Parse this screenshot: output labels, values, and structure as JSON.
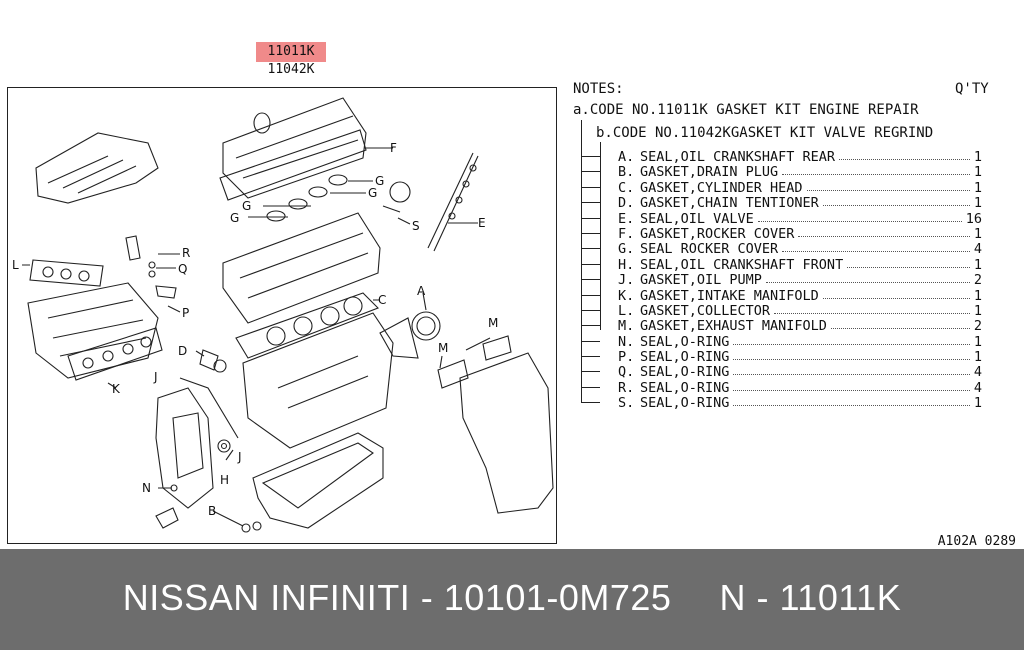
{
  "header": {
    "highlighted_code": "11011K",
    "secondary_code": "11042K"
  },
  "diagram": {
    "callouts": [
      "F",
      "G",
      "G",
      "G",
      "G",
      "E",
      "S",
      "R",
      "Q",
      "L",
      "P",
      "C",
      "A",
      "M",
      "M",
      "D",
      "J",
      "J",
      "H",
      "K",
      "N",
      "B"
    ]
  },
  "notes": {
    "title": "NOTES:",
    "qty_label": "Q'TY",
    "code_a": "a.CODE NO.11011K GASKET KIT ENGINE REPAIR",
    "code_b": "b.CODE NO.11042KGASKET KIT VALVE REGRIND",
    "parts": [
      {
        "letter": "A.",
        "desc": "SEAL,OIL CRANKSHAFT REAR",
        "qty": "1"
      },
      {
        "letter": "B.",
        "desc": "GASKET,DRAIN PLUG",
        "qty": "1"
      },
      {
        "letter": "C.",
        "desc": "GASKET,CYLINDER HEAD",
        "qty": "1"
      },
      {
        "letter": "D.",
        "desc": "GASKET,CHAIN TENTIONER",
        "qty": "1"
      },
      {
        "letter": "E.",
        "desc": "SEAL,OIL VALVE",
        "qty": "16"
      },
      {
        "letter": "F.",
        "desc": "GASKET,ROCKER COVER",
        "qty": "1"
      },
      {
        "letter": "G.",
        "desc": "SEAL ROCKER COVER",
        "qty": "4"
      },
      {
        "letter": "H.",
        "desc": "SEAL,OIL CRANKSHAFT FRONT",
        "qty": "1"
      },
      {
        "letter": "J.",
        "desc": "GASKET,OIL PUMP",
        "qty": "2"
      },
      {
        "letter": "K.",
        "desc": "GASKET,INTAKE MANIFOLD",
        "qty": "1"
      },
      {
        "letter": "L.",
        "desc": "GASKET,COLLECTOR",
        "qty": "1"
      },
      {
        "letter": "M.",
        "desc": "GASKET,EXHAUST MANIFOLD",
        "qty": "2"
      },
      {
        "letter": "N.",
        "desc": "SEAL,O-RING",
        "qty": "1"
      },
      {
        "letter": "P.",
        "desc": "SEAL,O-RING",
        "qty": "1"
      },
      {
        "letter": "Q.",
        "desc": "SEAL,O-RING",
        "qty": "4"
      },
      {
        "letter": "R.",
        "desc": "SEAL,O-RING",
        "qty": "4"
      },
      {
        "letter": "S.",
        "desc": "SEAL,O-RING",
        "qty": "1"
      }
    ]
  },
  "reference": "A102A 0289",
  "footer": {
    "left": "NISSAN INFINITI - 10101-0M725",
    "right": "N - 11011K"
  }
}
